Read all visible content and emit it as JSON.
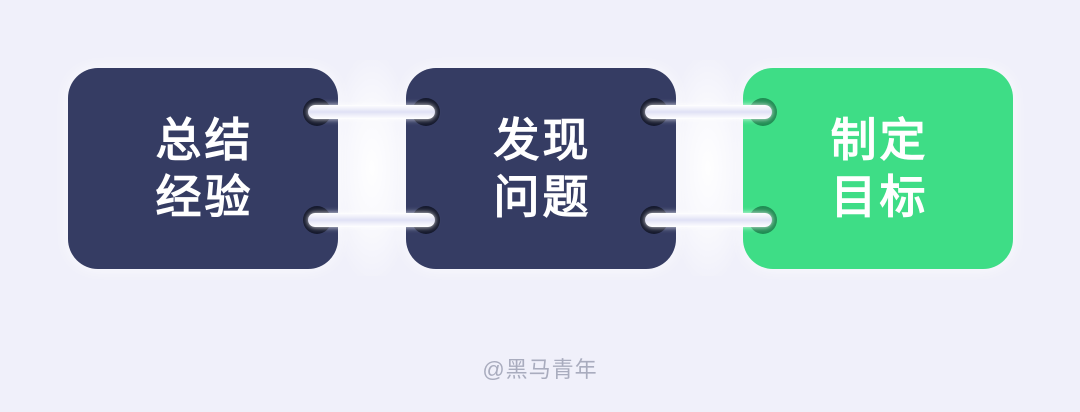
{
  "background_color": "#F0F0FA",
  "diagram": {
    "steps": [
      {
        "line1": "总结",
        "line2": "经验",
        "card_color": "#353C63",
        "hole_ring_color": "#14182C",
        "text_color": "#FFFFFF"
      },
      {
        "line1": "发现",
        "line2": "问题",
        "card_color": "#353C63",
        "hole_ring_color": "#14182C",
        "text_color": "#FFFFFF"
      },
      {
        "line1": "制定",
        "line2": "目标",
        "card_color": "#3EDD86",
        "hole_ring_color": "#1E8C52",
        "text_color": "#FFFFFF"
      }
    ],
    "connector_edge_color": "#FFFFFF",
    "connector_inner_color": "#E0E1F5"
  },
  "watermark": {
    "text": "@黑马青年",
    "color": "#A9ACBE"
  }
}
